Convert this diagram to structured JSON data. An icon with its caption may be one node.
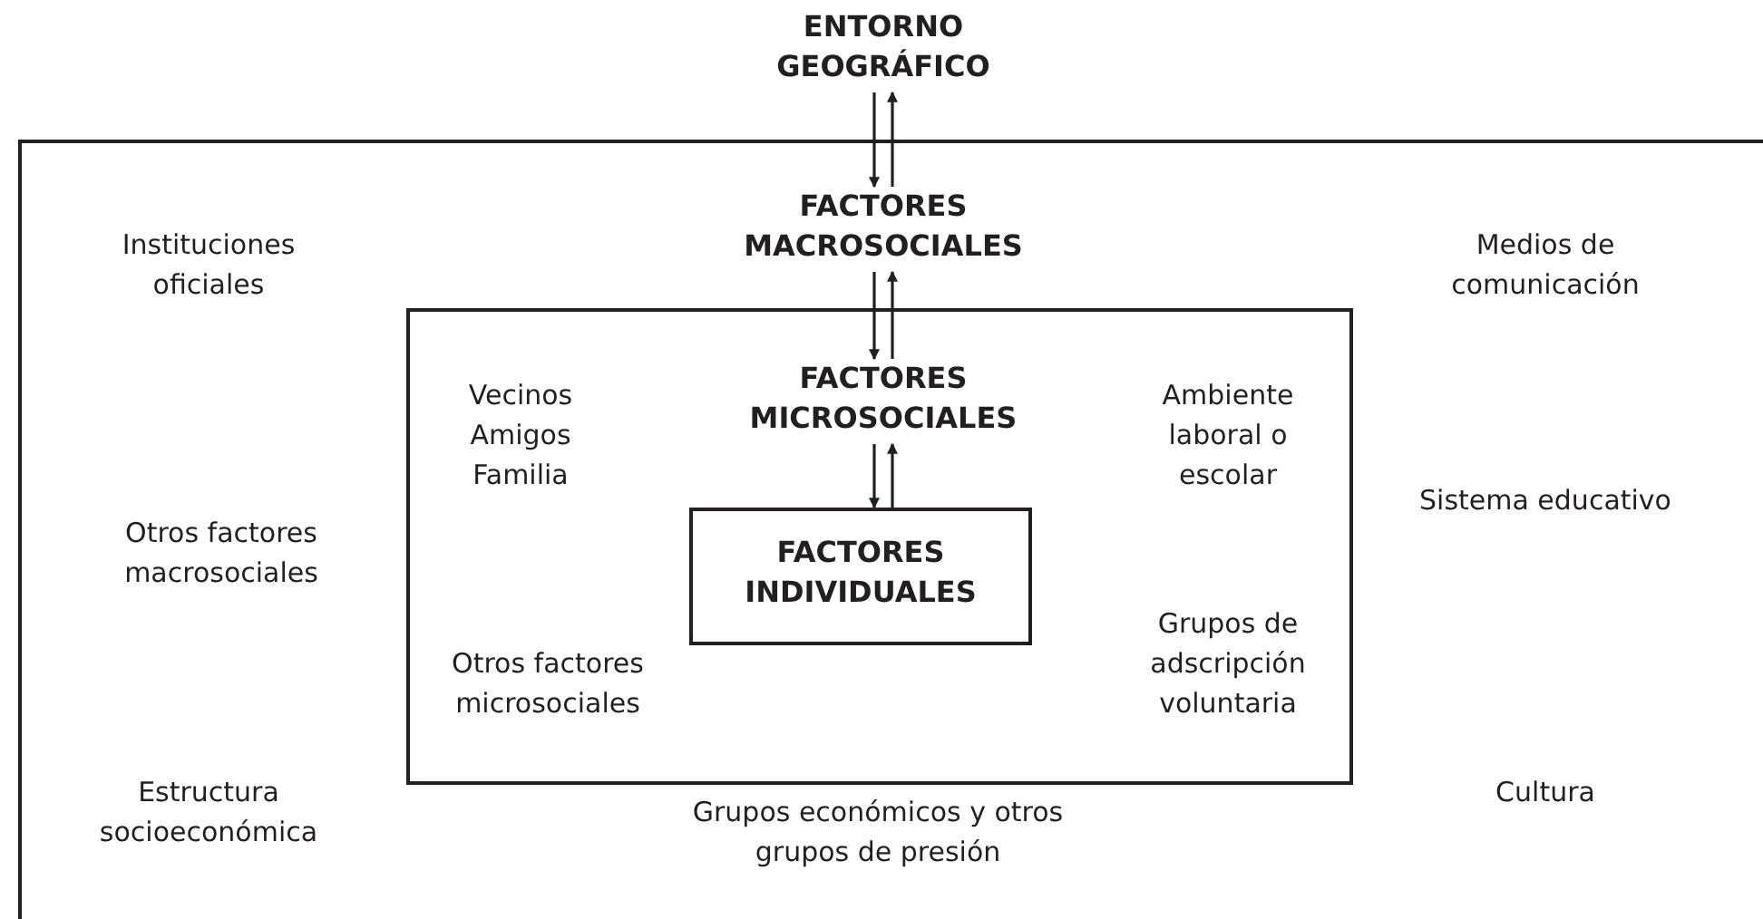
{
  "diagram": {
    "nodes": [
      {
        "text": [
          "ENTORNO GEOGRÁFICO"
        ]
      },
      {
        "text": [],
        "shape": "box"
      },
      {
        "text": [
          "FACTORES MACROSOCIALES"
        ],
        "in": 1
      },
      {
        "text": [],
        "shape": "box",
        "in": 1
      },
      {
        "text": [
          "FACTORES MICROSOCIALES"
        ],
        "in": 3
      },
      {
        "text": [
          "FACTORES INDIVIDUALES"
        ],
        "in": 3
      }
    ],
    "edges": [
      {
        "from": 0,
        "to": 2,
        "arrow": "to"
      },
      {
        "from": 2,
        "to": 0,
        "arrow": "to"
      },
      {
        "from": 2,
        "to": 4,
        "arrow": "to"
      },
      {
        "from": 4,
        "to": 2,
        "arrow": "to"
      },
      {
        "from": 4,
        "to": 5,
        "arrow": "to"
      },
      {
        "from": 5,
        "to": 4,
        "arrow": "to"
      }
    ],
    "labels": [
      "Instituciones oficiales",
      "Medios de comunicación",
      "Vecinos Amigos Familia",
      "Ambiente laboral o escolar",
      "Otros factores macrosociales",
      "Sistema educativo",
      "Grupos de adscripción voluntaria",
      "Otros factores microsociales",
      "Estructura socioeconómica",
      "Cultura",
      "Grupos económicos y otros grupos de presión"
    ]
  }
}
